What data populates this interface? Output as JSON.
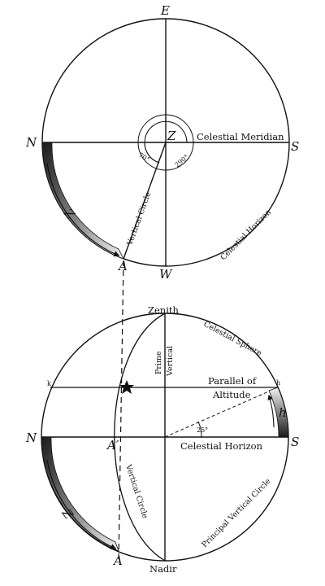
{
  "top_diagram": {
    "points": {
      "east": "E",
      "north": "N",
      "south": "S",
      "west": "W",
      "zenith": "Z",
      "a_point": "A"
    },
    "labels": {
      "celestial_meridian": "Celestial Meridian",
      "celestial_horizon": "Celestial Horizon",
      "vertical_circle": "Vertical Circle",
      "z_arc": "Z"
    },
    "angles": {
      "small": "70°",
      "large": "290°"
    }
  },
  "bottom_diagram": {
    "points": {
      "zenith": "Zenith",
      "nadir": "Nadir",
      "north": "N",
      "south": "S",
      "a_prime": "A′",
      "a_point": "A",
      "k_left": "k",
      "h_right": "h",
      "h_arc": "h"
    },
    "labels": {
      "celestial_sphere": "Celestial Sphere",
      "prime_vertical_1": "Prime",
      "prime_vertical_2": "Vertical",
      "parallel_1": "Parallel of",
      "parallel_2": "Altitude",
      "celestial_horizon": "Celestial Horizon",
      "vertical_circle": "Vertical Circle",
      "principal_vertical_circle": "Principal Vertical Circle",
      "z_arc": "Z"
    },
    "angles": {
      "altitude": "25°"
    }
  },
  "colors": {
    "ink": "#111111",
    "shade_dark": "#222222",
    "shade_light": "#f2f2f2",
    "background": "#ffffff"
  }
}
